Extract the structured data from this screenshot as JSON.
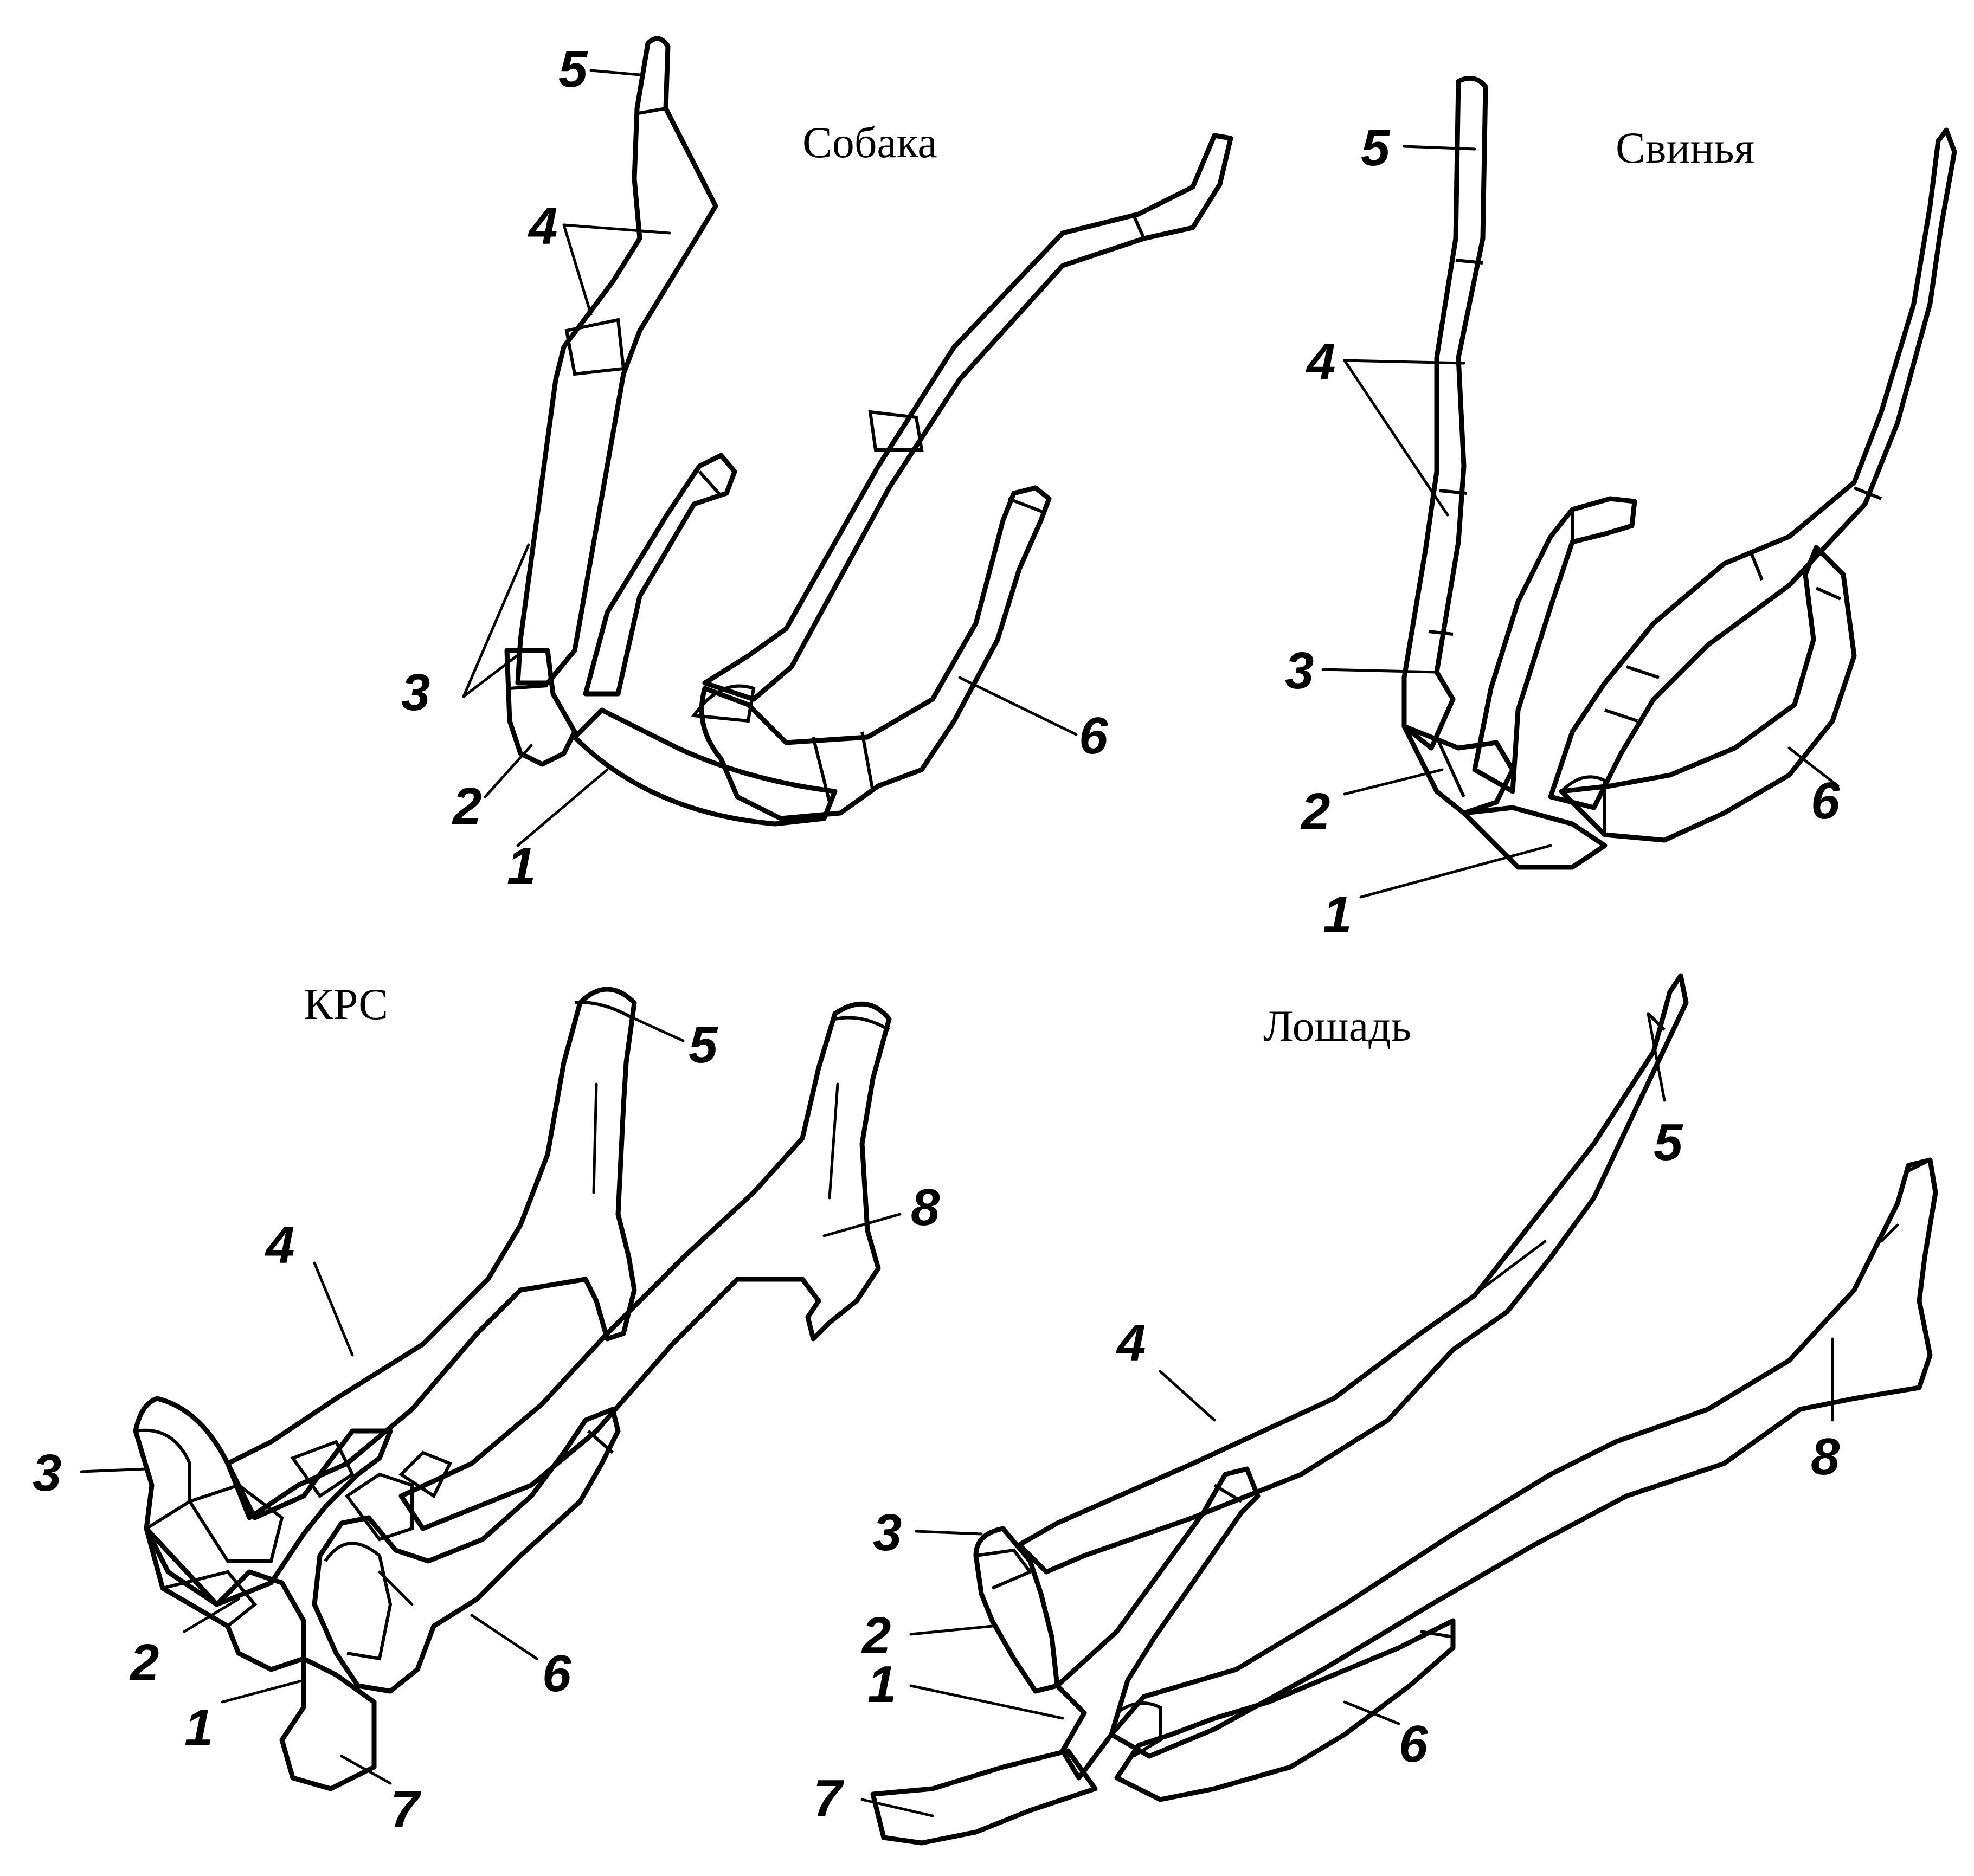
{
  "panels": {
    "dog": {
      "title": "Собака"
    },
    "pig": {
      "title": "Свинья"
    },
    "cow": {
      "title": "КРС"
    },
    "horse": {
      "title": "Лошадь"
    }
  },
  "labels": {
    "n1": "1",
    "n2": "2",
    "n3": "3",
    "n4": "4",
    "n5": "5",
    "n6": "6",
    "n7": "7",
    "n8": "8"
  }
}
